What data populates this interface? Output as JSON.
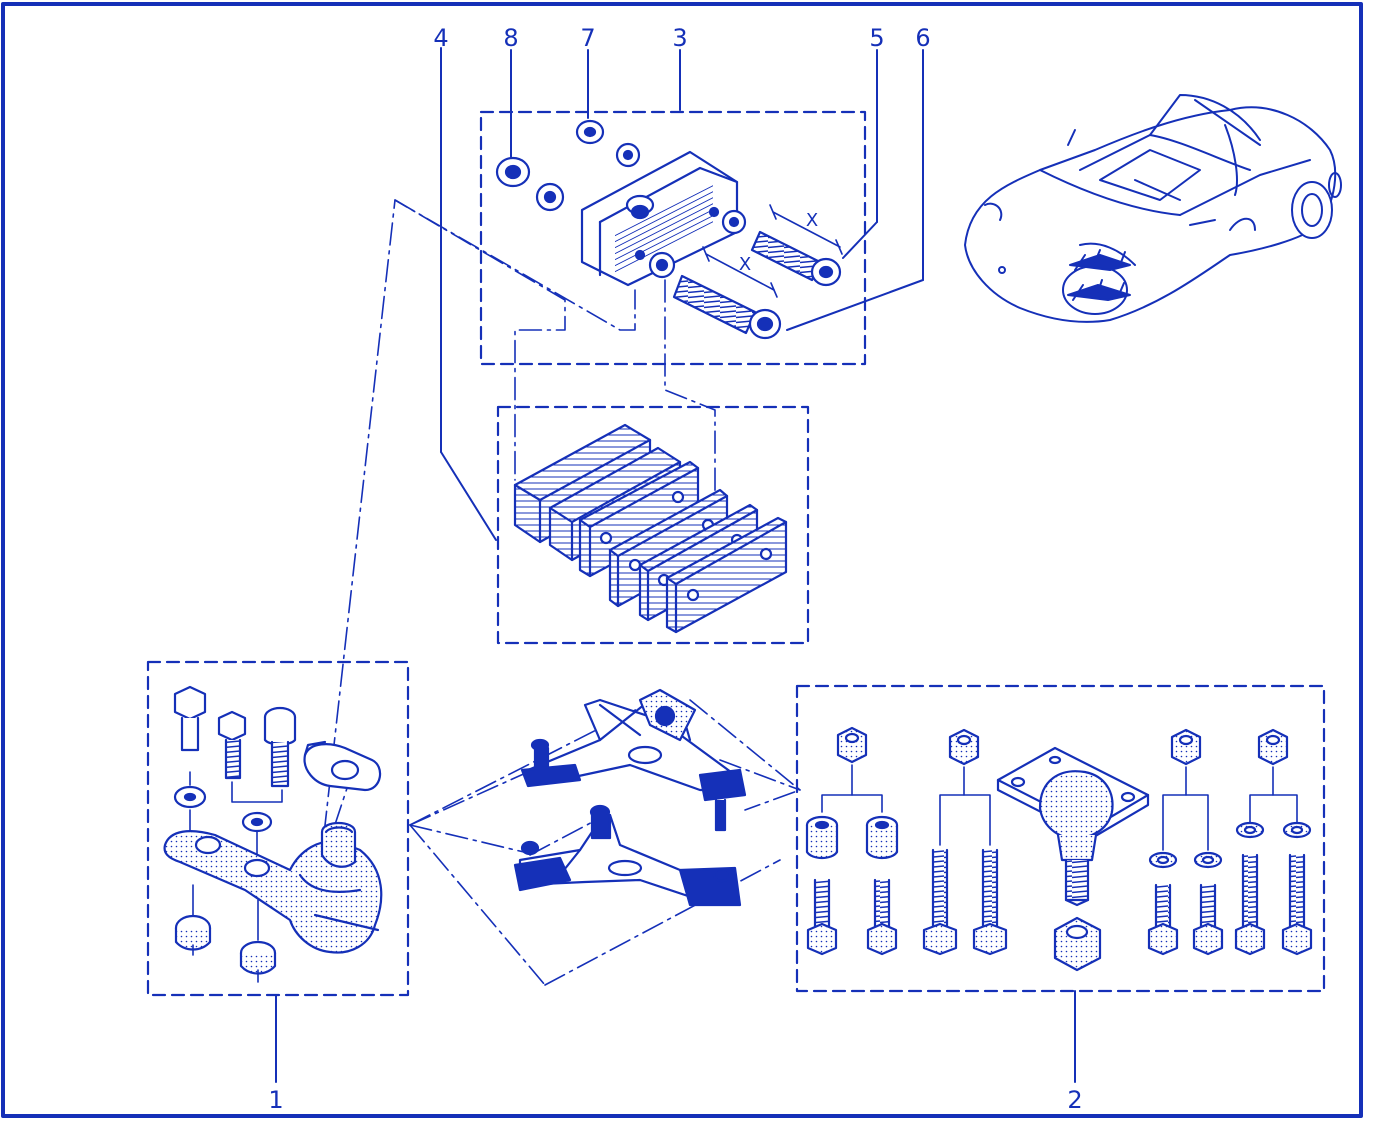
{
  "diagram": {
    "callouts": [
      "1",
      "2",
      "3",
      "4",
      "5",
      "6",
      "7",
      "8"
    ],
    "dimension_label": "X"
  },
  "colors": {
    "ink": "#1530b8",
    "shade": "#8e9ee6",
    "background": "#ffffff"
  }
}
